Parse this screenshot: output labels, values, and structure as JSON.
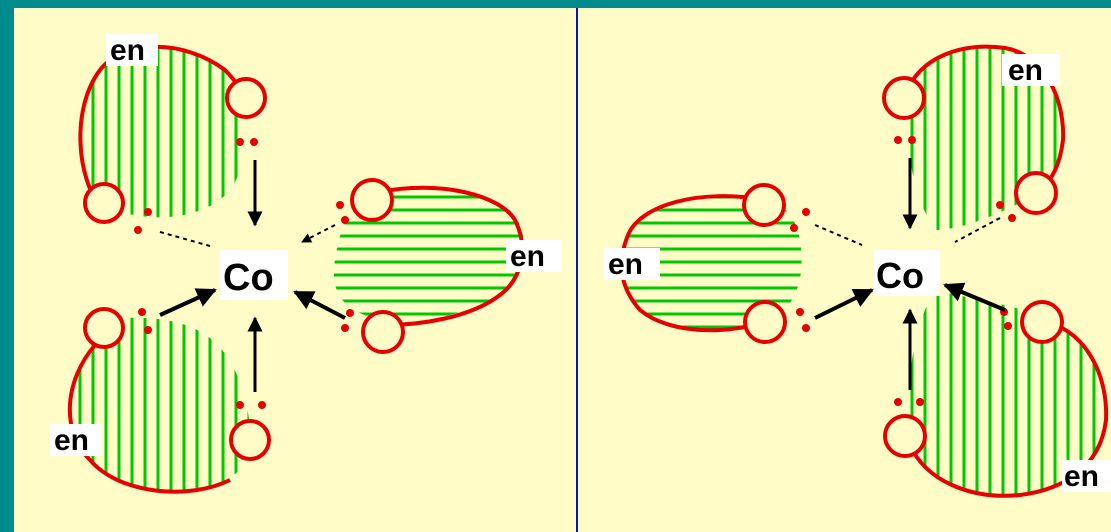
{
  "colors": {
    "frame": "#008c8c",
    "panel": "#fffcc8",
    "divider": "#0018c0",
    "ring": "#e60000",
    "hatch": "#00c800",
    "electron": "#e60000",
    "bond": "#000000",
    "label_bg": "#ffffff",
    "text": "#000000"
  },
  "diagram": {
    "left": {
      "metal": "Co",
      "ligands": [
        {
          "label": "en",
          "position": "top-left",
          "hatch": "vertical"
        },
        {
          "label": "en",
          "position": "right",
          "hatch": "horizontal"
        },
        {
          "label": "en",
          "position": "bottom-left",
          "hatch": "vertical"
        }
      ]
    },
    "right": {
      "metal": "Co",
      "ligands": [
        {
          "label": "en",
          "position": "left",
          "hatch": "horizontal"
        },
        {
          "label": "en",
          "position": "top-right",
          "hatch": "vertical"
        },
        {
          "label": "en",
          "position": "bottom-right",
          "hatch": "vertical"
        }
      ]
    }
  }
}
